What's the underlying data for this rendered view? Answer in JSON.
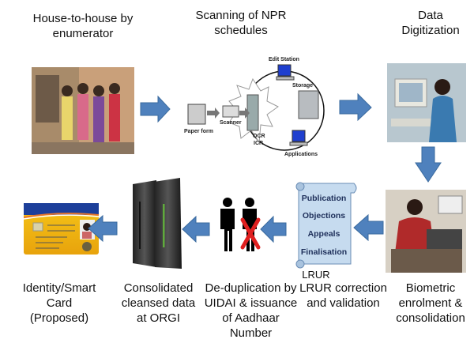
{
  "steps": {
    "house": "House-to-house by enumerator",
    "scanning": "Scanning of NPR schedules",
    "digitization": "Data Digitization",
    "biometric": "Biometric enrolment & consolidation",
    "lrur": "LRUR correction and validation",
    "dedup": "De-duplication by UIDAI & issuance of Aadhaar Number",
    "consolidated": "Consolidated cleansed data at ORGI",
    "identity": "Identity/Smart Card (Proposed)"
  },
  "scan_diagram": {
    "edit_station": "Edit Station",
    "storage": "Storage",
    "paper_form": "Paper form",
    "scanner": "Scanner",
    "ocr": "OCR",
    "icr": "ICR",
    "applications": "Applications"
  },
  "scroll": {
    "items": [
      "Publication",
      "Objections",
      "Appeals",
      "Finalisation"
    ],
    "caption": "LRUR"
  },
  "colors": {
    "arrow": "#4f81bd",
    "scroll": "#c6dbef",
    "cross": "#e02020"
  }
}
